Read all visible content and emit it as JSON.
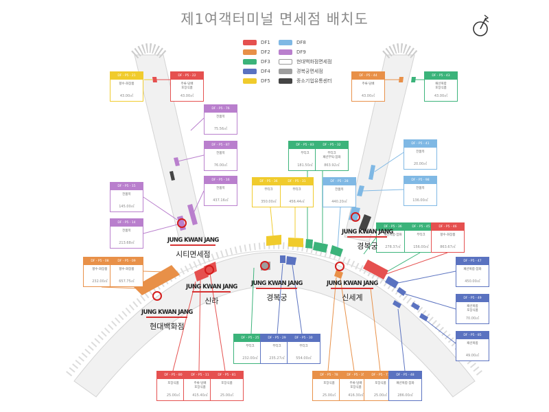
{
  "title": "제1여객터미널 면세점 배치도",
  "compass_icon": "compass-icon",
  "legend": [
    {
      "label": "DF1",
      "color": "#e5504f"
    },
    {
      "label": "DF2",
      "color": "#e89048"
    },
    {
      "label": "DF3",
      "color": "#3bb37a"
    },
    {
      "label": "DF4",
      "color": "#5a72c0"
    },
    {
      "label": "DF5",
      "color": "#f0cb2c"
    },
    {
      "label": "DF8",
      "color": "#7fb8e4"
    },
    {
      "label": "DF9",
      "color": "#b97fcd"
    },
    {
      "label": "현대백화점면세점",
      "color": "#ffffff"
    },
    {
      "label": "경복궁면세점",
      "color": "#9e9e9e"
    },
    {
      "label": "중소기업유통센터",
      "color": "#444444"
    }
  ],
  "colors": {
    "DF1": "#e5504f",
    "DF2": "#e89048",
    "DF3": "#3bb37a",
    "DF4": "#5a72c0",
    "DF5": "#f0cb2c",
    "DF8": "#7fb8e4",
    "DF9": "#b97fcd",
    "terminal": "#f2f2f2",
    "marker": "#d41b1b"
  },
  "boxes": [
    {
      "id": "DF - P5 - 21",
      "cat": "DF5",
      "type": "향수·화장품",
      "area": "43.00㎡"
    },
    {
      "id": "DF - P5 - 22",
      "cat": "DF1",
      "type": "주류·담배\n포장식품",
      "area": "43.00㎡"
    },
    {
      "id": "DF - P5 - 76",
      "cat": "DF9",
      "type": "전품목",
      "area": "75.56㎡"
    },
    {
      "id": "DF - P5 - 87",
      "cat": "DF9",
      "type": "전품목",
      "area": "76.00㎡"
    },
    {
      "id": "DF - P5 - 16",
      "cat": "DF9",
      "type": "전품목",
      "area": "437.16㎡"
    },
    {
      "id": "DF - P5 - 15",
      "cat": "DF9",
      "type": "전품목",
      "area": "145.00㎡"
    },
    {
      "id": "DF - P5 - 14",
      "cat": "DF9",
      "type": "전품목",
      "area": "213.68㎡"
    },
    {
      "id": "DF - P5 - 08",
      "cat": "DF2",
      "type": "향수·화장품",
      "area": "232.00㎡"
    },
    {
      "id": "DF - P5 - 09",
      "cat": "DF2",
      "type": "향수·화장품",
      "area": "657.75㎡"
    },
    {
      "id": "DF - P5 - 36",
      "cat": "DF5",
      "type": "부티크",
      "area": "350.00㎡"
    },
    {
      "id": "DF - P5 - 31",
      "cat": "DF5",
      "type": "부티크",
      "area": "456.44㎡"
    },
    {
      "id": "DF - P5 - 83",
      "cat": "DF3",
      "type": "부티크",
      "area": "181.50㎡"
    },
    {
      "id": "DF - P5 - 32",
      "cat": "DF3",
      "type": "부티크\n패션부틱·잡화",
      "area": "863.92㎡"
    },
    {
      "id": "DF - P5 - 28",
      "cat": "DF8",
      "type": "전품목",
      "area": "440.20㎡"
    },
    {
      "id": "DF - P5 - 44",
      "cat": "DF2",
      "type": "주류·담배",
      "area": "43.00㎡"
    },
    {
      "id": "DF - P5 - 43",
      "cat": "DF3",
      "type": "패션복합\n포장식품",
      "area": "43.00㎡"
    },
    {
      "id": "DF - P5 - 41",
      "cat": "DF8",
      "type": "전품목",
      "area": "20.00㎡"
    },
    {
      "id": "DF - P5 - 98",
      "cat": "DF8",
      "type": "전품목",
      "area": "136.00㎡"
    },
    {
      "id": "DF - P5 - 36",
      "cat": "DF3",
      "type": "패션복합·잡화",
      "area": "278.37㎡"
    },
    {
      "id": "DF - P5 - 45",
      "cat": "DF3",
      "type": "부티크",
      "area": "156.00㎡"
    },
    {
      "id": "DF - P5 - 46",
      "cat": "DF1",
      "type": "향수·화장품",
      "area": "863.67㎡"
    },
    {
      "id": "DF - P5 - 47",
      "cat": "DF4",
      "type": "패션복합·잡화",
      "area": "450.00㎡"
    },
    {
      "id": "DF - P5 - 49",
      "cat": "DF4",
      "type": "패션복합\n포장식품",
      "area": "70.00㎡"
    },
    {
      "id": "DF - P5 - 85",
      "cat": "DF4",
      "type": "패션복합",
      "area": "49.00㎡"
    },
    {
      "id": "DF - P5 - 25",
      "cat": "DF3",
      "type": "부티크",
      "area": "232.00㎡"
    },
    {
      "id": "DF - P5 - 29",
      "cat": "DF4",
      "type": "부티크",
      "area": "235.27㎡"
    },
    {
      "id": "DF - P5 - 30",
      "cat": "DF4",
      "type": "부티크",
      "area": "554.00㎡"
    },
    {
      "id": "DF - P5 - 80",
      "cat": "DF1",
      "type": "포장식품",
      "area": "25.00㎡"
    },
    {
      "id": "DF - P5 - 11",
      "cat": "DF1",
      "type": "주류·담배\n포장식품",
      "area": "415.40㎡"
    },
    {
      "id": "DF - P5 - 81",
      "cat": "DF1",
      "type": "포장식품",
      "area": "25.00㎡"
    },
    {
      "id": "DF - P5 - 78",
      "cat": "DF2",
      "type": "포장식품",
      "area": "25.00㎡"
    },
    {
      "id": "DF - P5 - 35",
      "cat": "DF2",
      "type": "주류·담배\n포장식품",
      "area": "416.30㎡"
    },
    {
      "id": "DF - P5 - 77",
      "cat": "DF2",
      "type": "포장식품",
      "area": "25.00㎡"
    },
    {
      "id": "DF - P5 - 48",
      "cat": "DF4",
      "type": "패션복합·잡화",
      "area": "286.00㎡"
    }
  ],
  "brands": [
    {
      "brand": "JUNG KWAN JANG",
      "name": "시티면세점"
    },
    {
      "brand": "JUNG KWAN JANG",
      "name": "경복궁"
    },
    {
      "brand": "JUNG KWAN JANG",
      "name": "신라"
    },
    {
      "brand": "JUNG KWAN JANG",
      "name": "경복궁"
    },
    {
      "brand": "JUNG KWAN JANG",
      "name": "신세계"
    },
    {
      "brand": "JUNG KWAN JANG",
      "name": "현대백화점"
    }
  ]
}
